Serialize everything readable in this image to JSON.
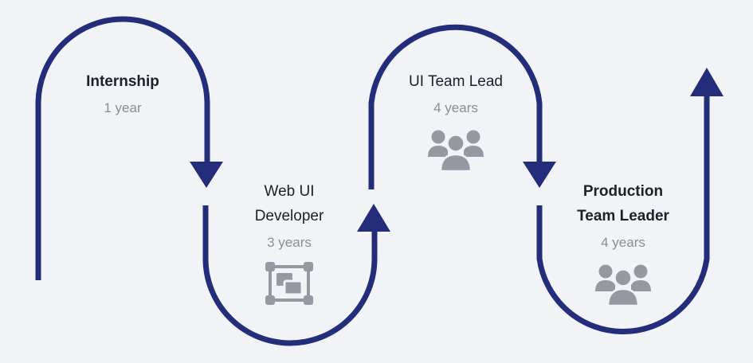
{
  "stages": [
    {
      "title_lines": [
        "Internship"
      ],
      "duration": "1 year",
      "bold": true,
      "icon": ""
    },
    {
      "title_lines": [
        "Web UI",
        "Developer"
      ],
      "duration": "3 years",
      "bold": false,
      "icon": "design-frame-icon"
    },
    {
      "title_lines": [
        "UI Team Lead"
      ],
      "duration": "4 years",
      "bold": false,
      "icon": "team-icon"
    },
    {
      "title_lines": [
        "Production",
        "Team Leader"
      ],
      "duration": "4 years",
      "bold": true,
      "icon": "team-icon"
    }
  ],
  "colors": {
    "path": "#232d7a",
    "background": "#f2f3f6",
    "title": "#1d1f2b",
    "muted": "#8a8d96",
    "icon": "#9699a2"
  }
}
